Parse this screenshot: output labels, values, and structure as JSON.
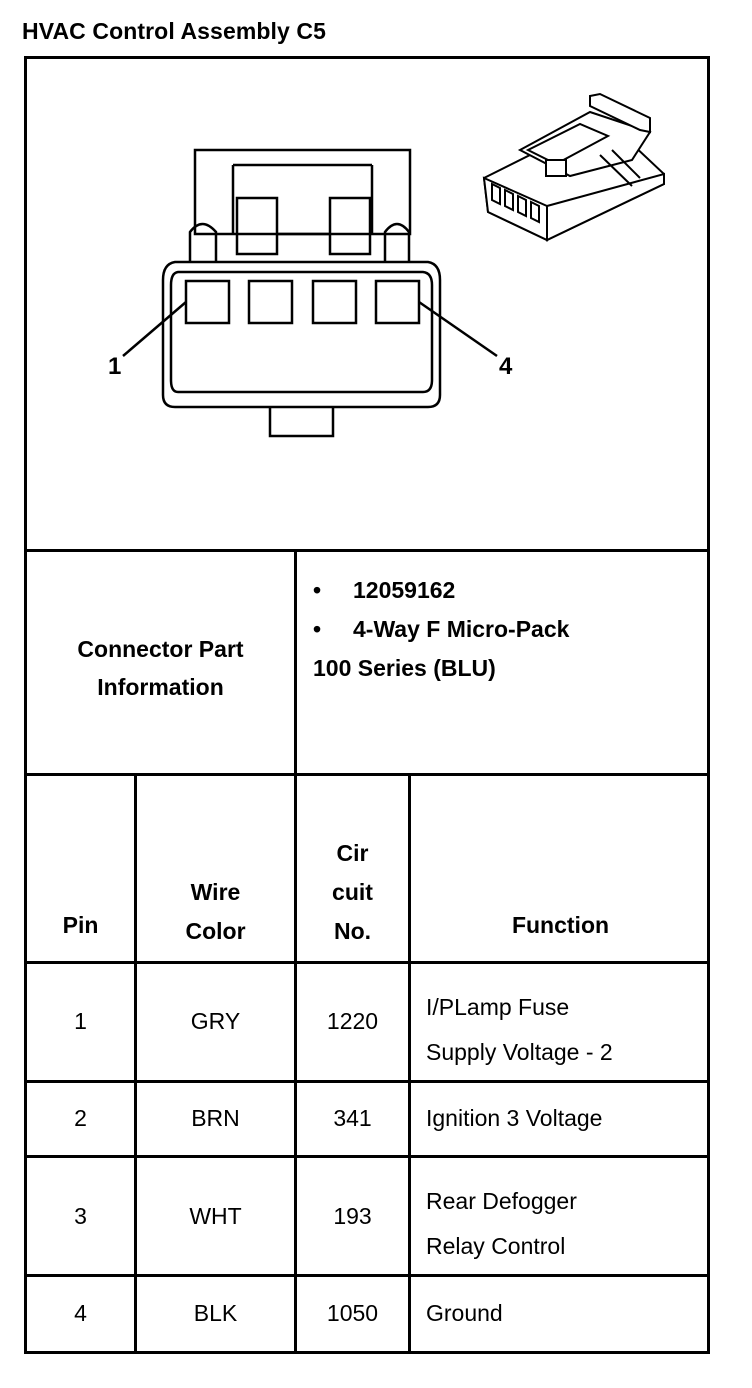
{
  "title": "HVAC Control Assembly C5",
  "diagram": {
    "pin_label_left": "1",
    "pin_label_right": "4"
  },
  "connector_info": {
    "label_line1": "Connector Part",
    "label_line2": "Information",
    "bullet": "•",
    "part_number": "12059162",
    "description": "4-Way F Micro-Pack",
    "series": "100 Series (BLU)"
  },
  "table": {
    "headers": {
      "pin": "Pin",
      "wire_line1": "Wire",
      "wire_line2": "Color",
      "circuit_line1": "Cir",
      "circuit_line2": "cuit",
      "circuit_line3": "No.",
      "function": "Function"
    },
    "rows": [
      {
        "pin": "1",
        "wire": "GRY",
        "circuit": "1220",
        "function_line1": "I/PLamp Fuse",
        "function_line2": "Supply Voltage - 2"
      },
      {
        "pin": "2",
        "wire": "BRN",
        "circuit": "341",
        "function_line1": "Ignition 3 Voltage",
        "function_line2": ""
      },
      {
        "pin": "3",
        "wire": "WHT",
        "circuit": "193",
        "function_line1": "Rear Defogger",
        "function_line2": "Relay Control"
      },
      {
        "pin": "4",
        "wire": "BLK",
        "circuit": "1050",
        "function_line1": "Ground",
        "function_line2": ""
      }
    ]
  }
}
